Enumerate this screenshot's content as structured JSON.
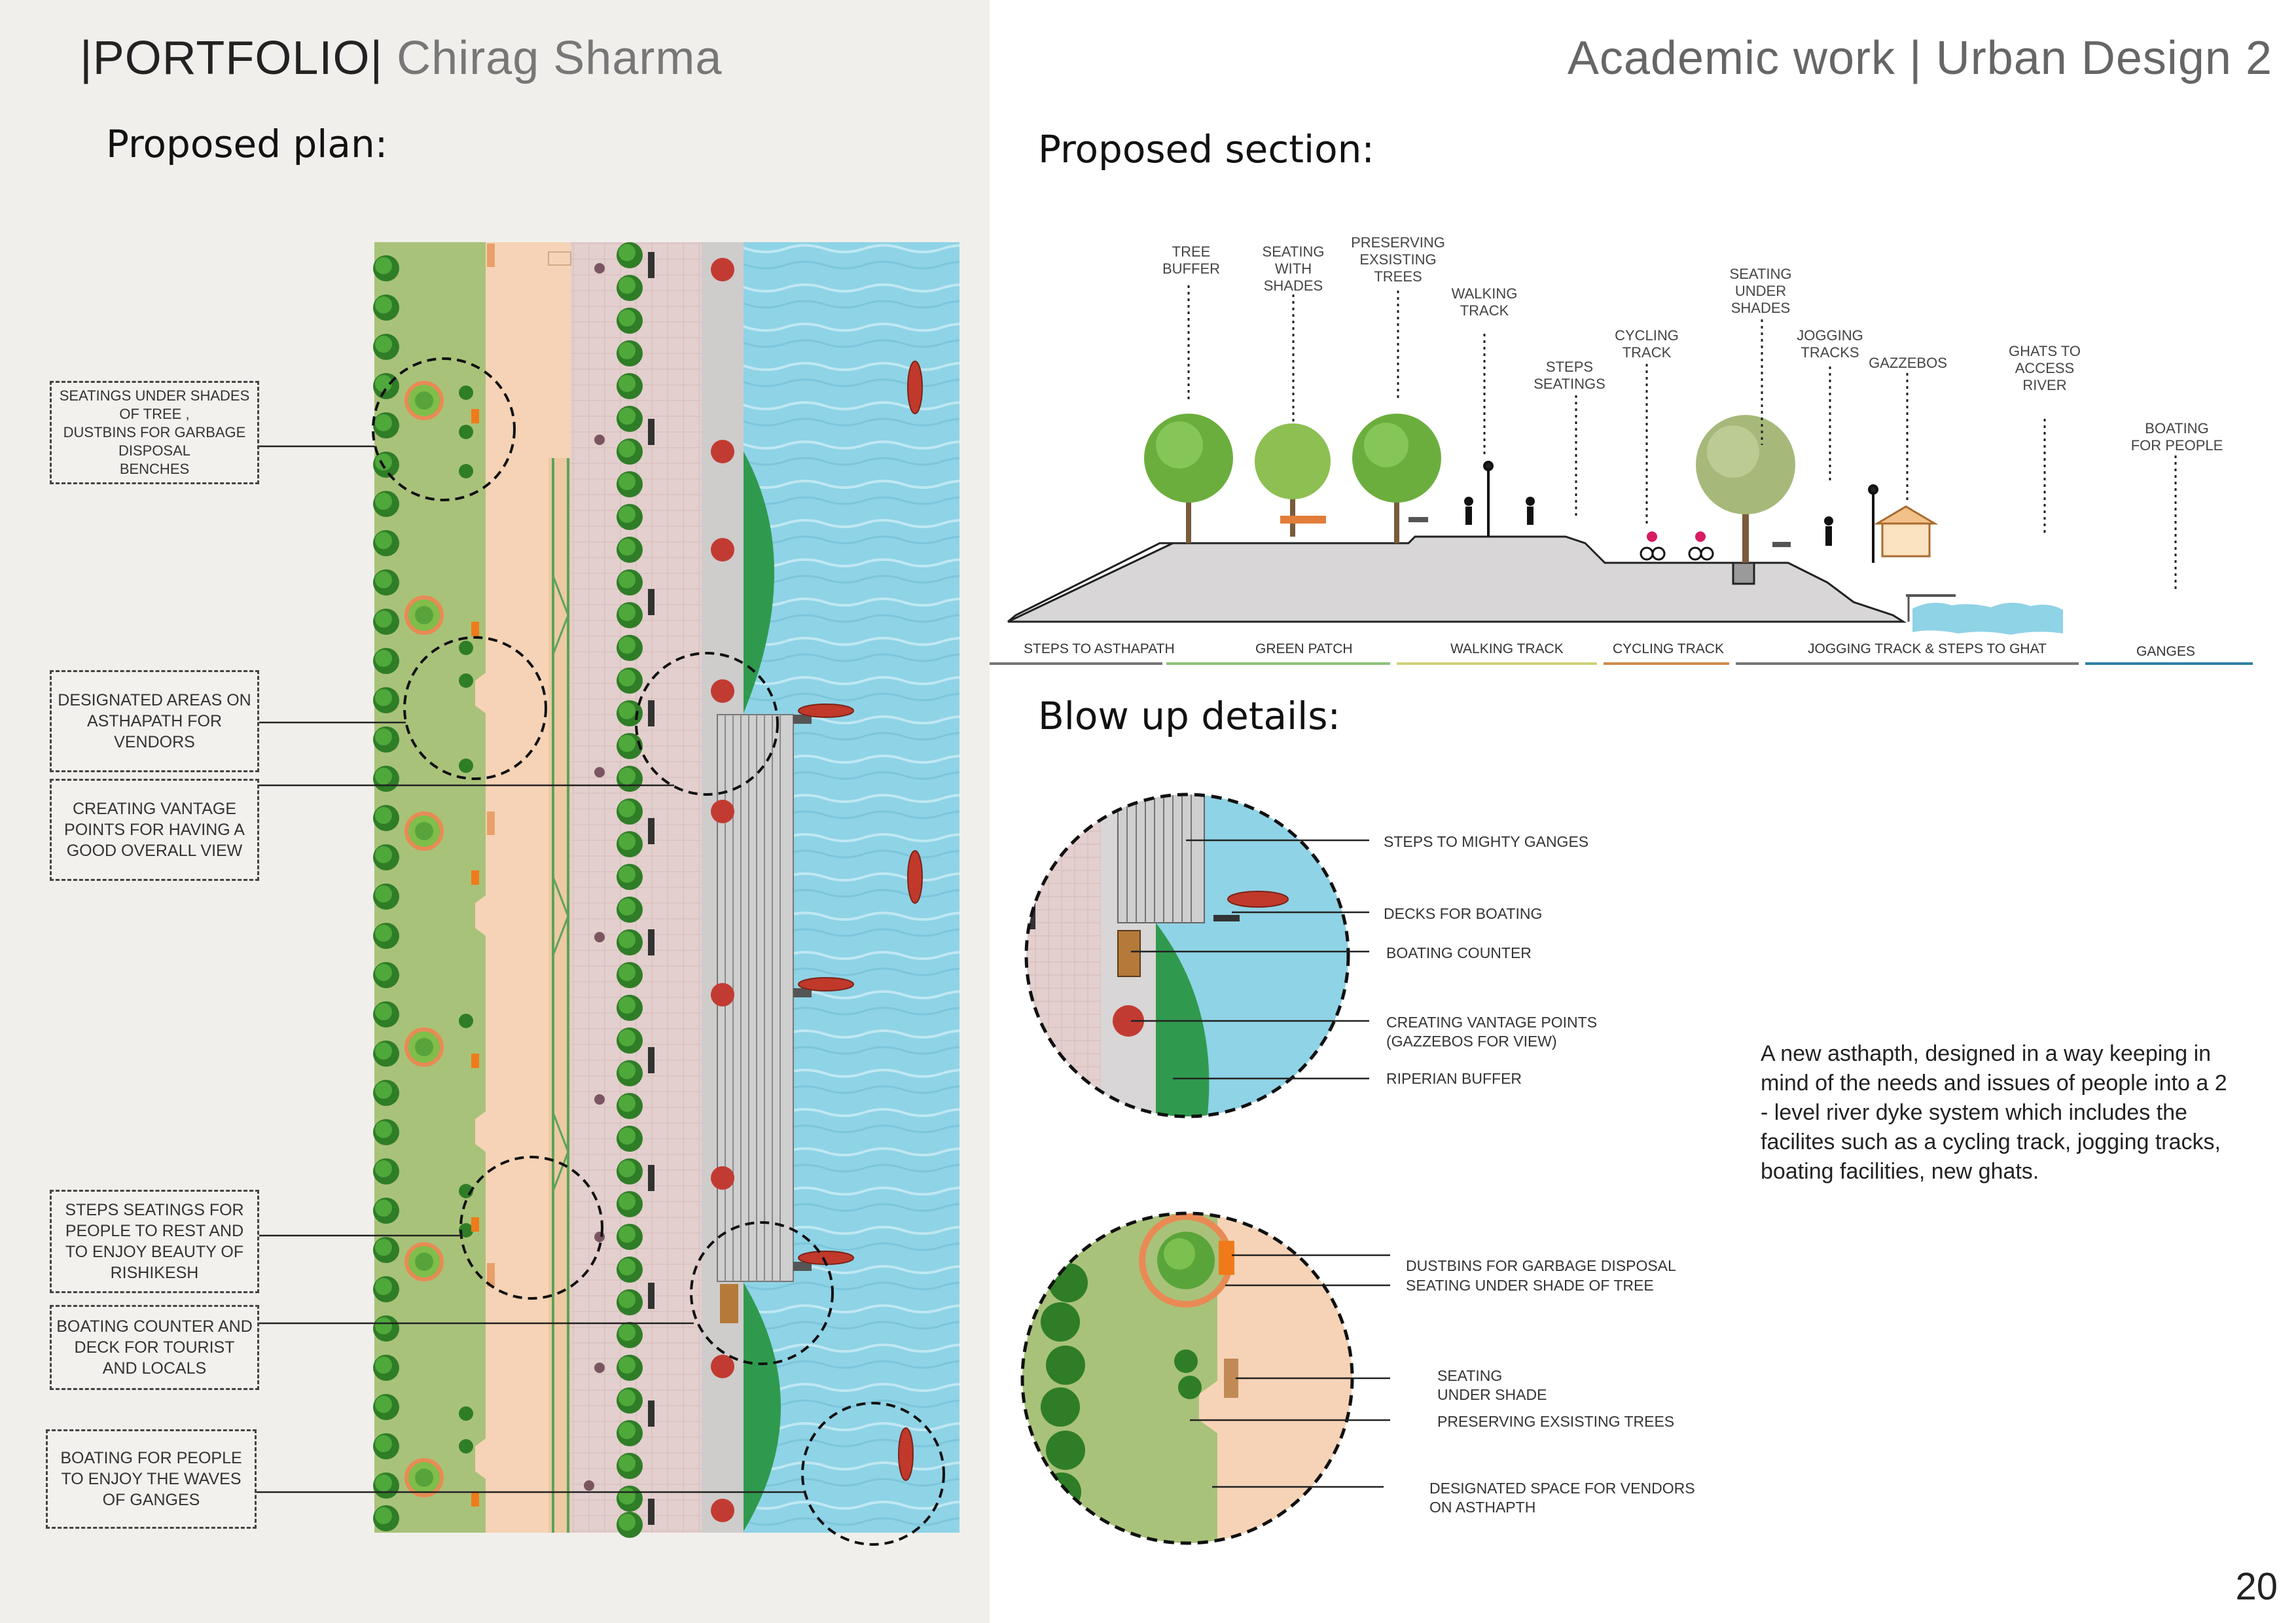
{
  "header": {
    "portfolio": "|PORTFOLIO|",
    "author": " Chirag Sharma",
    "right_title": "Academic work | Urban Design 2"
  },
  "plan": {
    "title": "Proposed plan:",
    "callouts": [
      "SEATINGS UNDER SHADES OF TREE ,\nDUSTBINS FOR GARBAGE DISPOSAL\nBENCHES",
      "DESIGNATED AREAS ON ASTHAPATH FOR VENDORS",
      "CREATING VANTAGE POINTS FOR HAVING A GOOD OVERALL VIEW",
      "STEPS SEATINGS FOR PEOPLE TO REST AND TO ENJOY BEAUTY OF RISHIKESH",
      "BOATING COUNTER AND DECK FOR TOURIST AND LOCALS",
      "BOATING FOR PEOPLE TO ENJOY THE WAVES OF GANGES"
    ]
  },
  "section": {
    "title": "Proposed section:",
    "labels": [
      "TREE\nBUFFER",
      "SEATING\nWITH\nSHADES",
      "PRESERVING\nEXSISTING\nTREES",
      "WALKING\nTRACK",
      "STEPS\nSEATINGS",
      "CYCLING\nTRACK",
      "SEATING\nUNDER\nSHADES",
      "JOGGING\nTRACKS",
      "GAZZEBOS",
      "GHATS TO\nACCESS\nRIVER",
      "BOATING\nFOR PEOPLE"
    ],
    "zones": [
      "STEPS TO ASTHAPATH",
      "GREEN PATCH",
      "WALKING TRACK",
      "CYCLING TRACK",
      "JOGGING TRACK & STEPS TO GHAT",
      "GANGES"
    ]
  },
  "blowup": {
    "title": "Blow up details:",
    "top_labels": [
      "STEPS TO MIGHTY GANGES",
      "DECKS FOR BOATING",
      "BOATING COUNTER",
      "CREATING VANTAGE POINTS\n(GAZZEBOS FOR VIEW)",
      "RIPERIAN BUFFER"
    ],
    "bottom_labels": [
      "DUSTBINS FOR GARBAGE DISPOSAL",
      "SEATING UNDER SHADE OF TREE",
      "SEATING\nUNDER SHADE",
      "PRESERVING EXSISTING TREES",
      "DESIGNATED SPACE FOR VENDORS\nON ASTHAPTH"
    ]
  },
  "description": "A new asthapth, designed in a way keeping in mind of the needs and issues of people into a 2 - level river dyke system which includes the facilites such as a cycling track, jogging tracks, boating facilities, new ghats.",
  "page_number": "20",
  "colors": {
    "grass": "#a9c27a",
    "path": "#f6d3b6",
    "paving": "#e3cfcd",
    "water": "#8fd3e6",
    "riparian": "#2f9a4e",
    "tree": "#3c8a2b"
  }
}
